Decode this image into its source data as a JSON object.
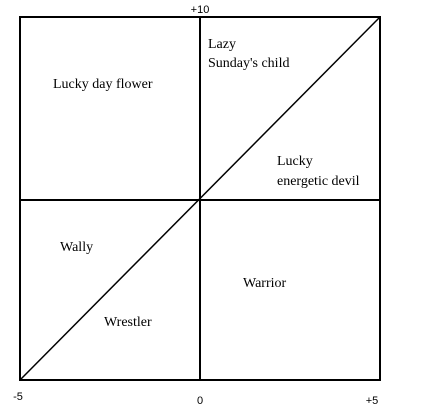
{
  "axis_labels": {
    "top": "+10",
    "bottom_left": "-5",
    "bottom_center": "0",
    "bottom_right": "+5"
  },
  "regions": {
    "top_left": "Lucky day flower",
    "top_right_line1": "Lazy",
    "top_right_line2": "Sunday's child",
    "upper_right_line1": "Lucky",
    "upper_right_line2": "energetic devil",
    "lower_left": "Wally",
    "bottom_left": "Wrestler",
    "bottom_right": "Warrior"
  },
  "colors": {
    "line": "#000000",
    "background": "#ffffff"
  }
}
